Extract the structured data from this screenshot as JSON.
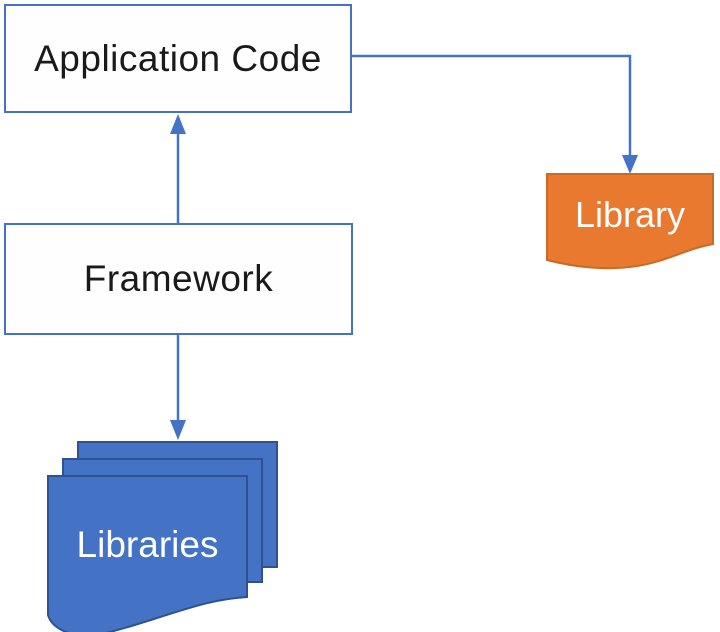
{
  "diagram": {
    "nodes": {
      "application_code": {
        "label": "Application Code",
        "shape": "rectangle"
      },
      "framework": {
        "label": "Framework",
        "shape": "rectangle"
      },
      "library": {
        "label": "Library",
        "shape": "document"
      },
      "libraries": {
        "label": "Libraries",
        "shape": "multi-document"
      }
    },
    "connectors": [
      {
        "from": "Framework",
        "to": "Application Code",
        "arrowhead": "up"
      },
      {
        "from": "Application Code",
        "to": "Library",
        "arrowhead": "down",
        "style": "elbow"
      },
      {
        "from": "Framework",
        "to": "Libraries",
        "arrowhead": "down"
      }
    ],
    "colors": {
      "connector_blue": "#4472C4",
      "box_border_blue": "#4472C4",
      "box_fill": "#FEFEFE",
      "doc_blue_fill": "#4472C4",
      "doc_blue_border": "#2E5291",
      "doc_orange_fill": "#E8792E",
      "doc_orange_border": "#C96A25",
      "label_dark": "#1A1A1A",
      "label_light": "#FFFFFF"
    }
  }
}
